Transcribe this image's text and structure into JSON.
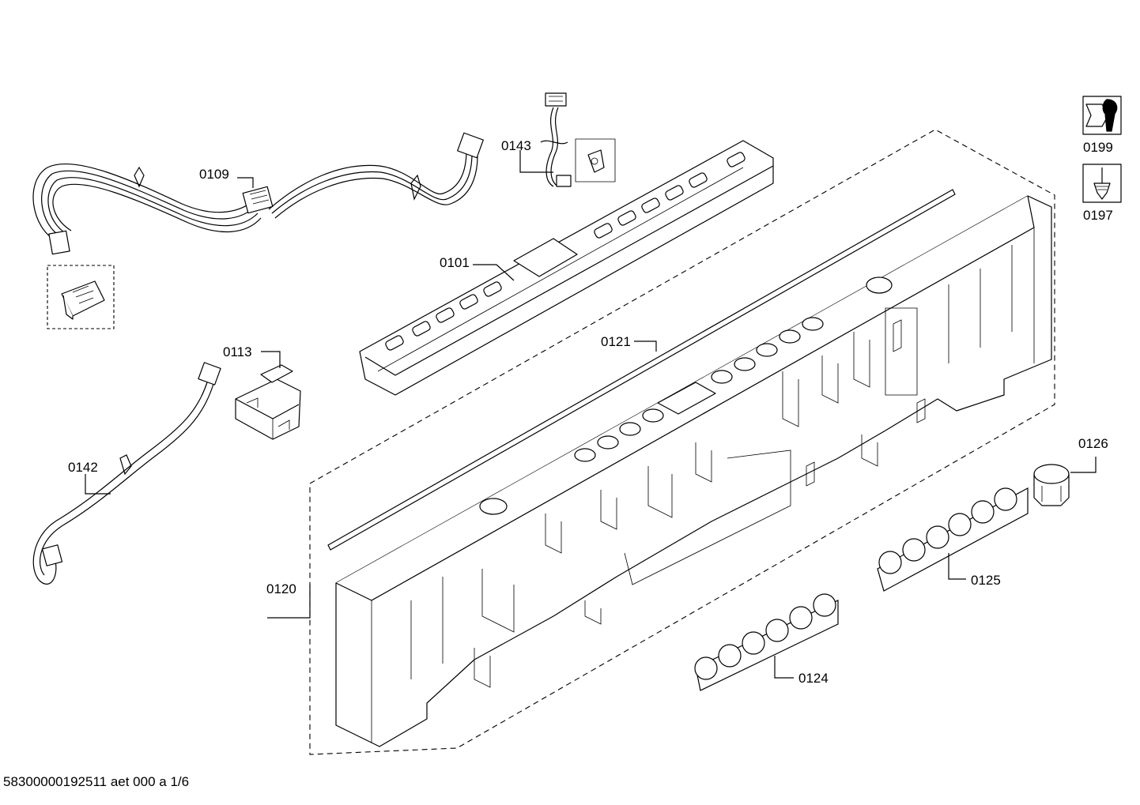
{
  "labels": {
    "p0101": "0101",
    "p0109": "0109",
    "p0113": "0113",
    "p0120": "0120",
    "p0121": "0121",
    "p0124": "0124",
    "p0125": "0125",
    "p0126": "0126",
    "p0142": "0142",
    "p0143": "0143",
    "p0197": "0197",
    "p0199": "0199"
  },
  "footer": "58300000192511 aet 000 a 1/6",
  "icons": {
    "tool_wrench": "wrench-nut-icon",
    "tool_screwdriver": "screwdriver-icon"
  },
  "colors": {
    "line": "#000000",
    "background": "#ffffff"
  }
}
